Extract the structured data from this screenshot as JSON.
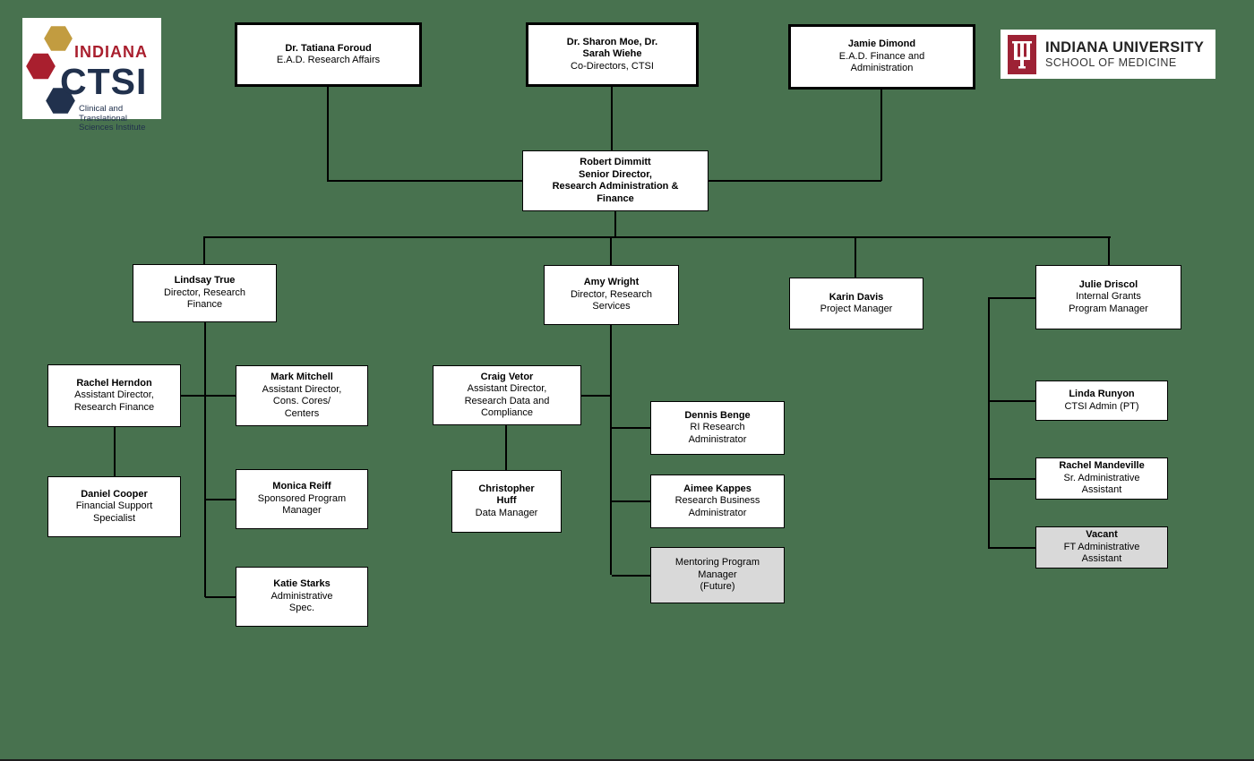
{
  "page": {
    "background_color": "#48724F",
    "node_fill": "#FFFFFF",
    "node_border_color": "#000000",
    "future_node_fill": "#D9D9D9",
    "connector_color": "#000000"
  },
  "logos": {
    "ctsi": {
      "brand_top": "INDIANA",
      "brand_main": "CTSI",
      "tagline": "Clinical and Translational\nSciences Institute",
      "colors": {
        "gold": "#C29C40",
        "crimson": "#A91F2E",
        "navy": "#21314D"
      }
    },
    "iu_som": {
      "line1": "INDIANA UNIVERSITY",
      "line2": "SCHOOL OF MEDICINE",
      "trident_icon": "iu-trident",
      "trident_color": "#9D2235"
    }
  },
  "chart": {
    "nodes": {
      "foroud": {
        "name": "Dr. Tatiana Foroud",
        "title": "E.A.D. Research Affairs"
      },
      "moe": {
        "name": "Dr. Sharon Moe, Dr.\nSarah Wiehe",
        "title": "Co-Directors, CTSI"
      },
      "dimond": {
        "name": "Jamie Dimond",
        "title": "E.A.D. Finance and\nAdministration"
      },
      "dimmitt": {
        "name": "Robert Dimmitt",
        "title": "Senior Director,\nResearch Administration &\nFinance"
      },
      "lindsay": {
        "name": "Lindsay True",
        "title": "Director, Research\nFinance"
      },
      "amy": {
        "name": "Amy Wright",
        "title": "Director, Research\nServices"
      },
      "karin": {
        "name": "Karin Davis",
        "title": "Project Manager"
      },
      "julie": {
        "name": "Julie Driscol",
        "title": "Internal Grants\nProgram Manager"
      },
      "herndon": {
        "name": "Rachel Herndon",
        "title": "Assistant Director,\nResearch Finance"
      },
      "mitchell": {
        "name": "Mark Mitchell",
        "title": "Assistant Director,\nCons. Cores/\nCenters"
      },
      "cooper": {
        "name": "Daniel Cooper",
        "title": "Financial Support\nSpecialist"
      },
      "reiff": {
        "name": "Monica Reiff",
        "title": "Sponsored Program\nManager"
      },
      "starks": {
        "name": "Katie Starks",
        "title": "Administrative\nSpec."
      },
      "vetor": {
        "name": "Craig Vetor",
        "title": "Assistant Director,\nResearch Data and\nCompliance"
      },
      "huff": {
        "name": "Christopher\nHuff",
        "title": "Data Manager"
      },
      "benge": {
        "name": "Dennis Benge",
        "title": "RI Research\nAdministrator"
      },
      "kappes": {
        "name": "Aimee Kappes",
        "title": "Research Business\nAdministrator"
      },
      "mentoring": {
        "title": "Mentoring Program\nManager\n(Future)"
      },
      "runyon": {
        "name": "Linda Runyon",
        "title": "CTSI Admin (PT)"
      },
      "mandeville": {
        "name": "Rachel Mandeville",
        "title": "Sr. Administrative\nAssistant"
      },
      "vacant": {
        "name": "Vacant",
        "title": "FT Administrative\nAssistant"
      }
    }
  }
}
